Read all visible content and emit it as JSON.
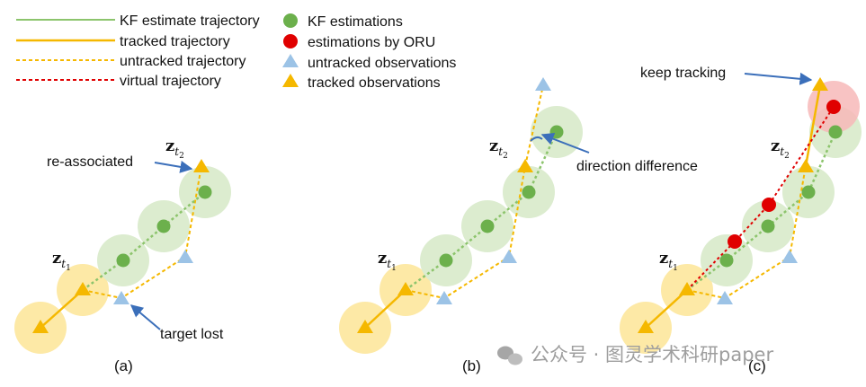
{
  "legend": {
    "kf_trajectory": "KF estimate trajectory",
    "tracked_trajectory": "tracked trajectory",
    "untracked_trajectory": "untracked trajectory",
    "virtual_trajectory": "virtual trajectory",
    "kf_estimations": "KF estimations",
    "oru_estimations": "estimations by ORU",
    "untracked_observations": "untracked observations",
    "tracked_observations": "tracked observations"
  },
  "panels": {
    "a": {
      "caption": "(a)",
      "re_associated": "re-associated",
      "target_lost": "target lost"
    },
    "b": {
      "caption": "(b)",
      "direction_difference": "direction difference"
    },
    "c": {
      "caption": "(c)",
      "keep_tracking": "keep tracking"
    }
  },
  "math": {
    "z": "z",
    "t": "t",
    "sub1": "1",
    "sub2": "2"
  },
  "watermark": "公众号 · 图灵学术科研paper",
  "colors": {
    "kf_green": "#6cb04c",
    "kf_circle": "#dceccf",
    "tracked_orange": "#f5b800",
    "tracked_circle": "#fde9a6",
    "untracked_blue": "#9cc3e6",
    "virtual_red": "#e00000",
    "oru_circle": "#f7b9b9",
    "arrow_blue": "#3b6fba"
  }
}
